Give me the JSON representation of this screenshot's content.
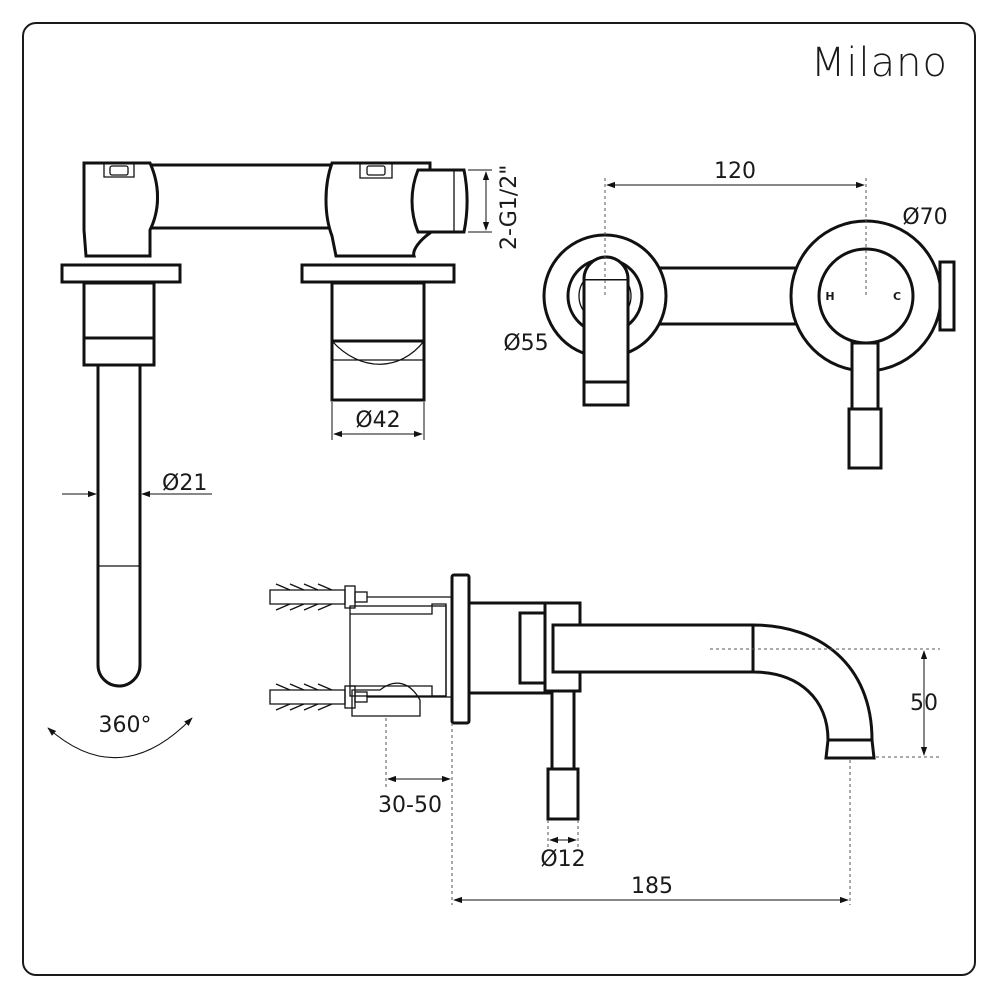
{
  "brand": "Milano",
  "dimensions": {
    "thread": "2-G1/2\"",
    "handle_dia": "Ø42",
    "spout_dia": "Ø21",
    "rotation": "360°",
    "center_distance": "120",
    "plate_dia_large": "Ø70",
    "plate_dia_small": "Ø55",
    "spout_height": "50",
    "wall_depth": "30-50",
    "lever_dia": "Ø12",
    "spout_reach": "185"
  },
  "markings": {
    "hot": "H",
    "cold": "C"
  }
}
